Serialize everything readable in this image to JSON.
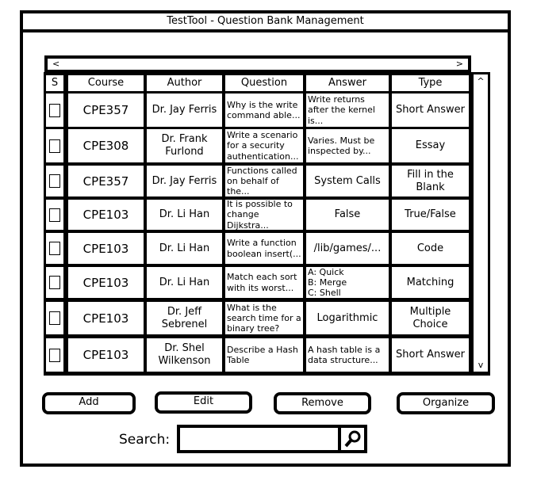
{
  "window": {
    "title": "TestTool - Question Bank Management"
  },
  "scroll": {
    "left": "<",
    "right": ">",
    "up": "^",
    "down": "v"
  },
  "table": {
    "headers": {
      "select": "S",
      "course": "Course",
      "author": "Author",
      "question": "Question",
      "answer": "Answer",
      "type": "Type"
    },
    "rows": [
      {
        "course": "CPE357",
        "author": "Dr. Jay Ferris",
        "question": "Why is the write command able...",
        "answer": "Write returns after the kernel  is...",
        "type": "Short Answer"
      },
      {
        "course": "CPE308",
        "author": "Dr. Frank Furlond",
        "question": "Write a scenario for a security authentication...",
        "answer": "Varies. Must be inspected by...",
        "type": "Essay"
      },
      {
        "course": "CPE357",
        "author": "Dr. Jay Ferris",
        "question": "Functions called on behalf of the...",
        "answer": "System Calls",
        "type": "Fill in the Blank"
      },
      {
        "course": "CPE103",
        "author": "Dr. Li Han",
        "question": "It is possible to change Dijkstra...",
        "answer": "False",
        "type": "True/False"
      },
      {
        "course": "CPE103",
        "author": "Dr. Li Han",
        "question": "Write a function boolean insert(...",
        "answer": "/lib/games/...",
        "type": "Code"
      },
      {
        "course": "CPE103",
        "author": "Dr. Li Han",
        "question": "Match each sort with its worst...",
        "answer": "A: Quick\nB: Merge\nC: Shell",
        "type": "Matching"
      },
      {
        "course": "CPE103",
        "author": "Dr. Jeff Sebrenel",
        "question": "What is the search time for a binary tree?",
        "answer": "Logarithmic",
        "type": "Multiple Choice"
      },
      {
        "course": "CPE103",
        "author": "Dr. Shel Wilkenson",
        "question": "Describe a Hash Table",
        "answer": "A hash table is a data structure...",
        "type": "Short Answer"
      }
    ]
  },
  "buttons": {
    "add": "Add",
    "edit": "Edit",
    "remove": "Remove",
    "organize": "Organize"
  },
  "search": {
    "label": "Search:",
    "value": ""
  }
}
